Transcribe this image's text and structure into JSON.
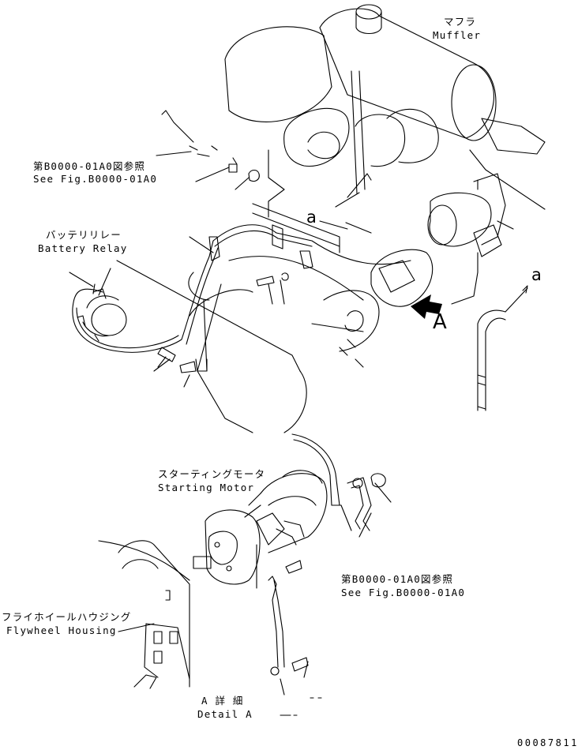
{
  "labels": {
    "muffler_jp": "マフラ",
    "muffler_en": "Muffler",
    "ref_top_jp": "第B0000-01A0図参照",
    "ref_top_en": "See Fig.B0000-01A0",
    "battery_relay_jp": "バッテリリレー",
    "battery_relay_en": "Battery Relay",
    "starting_motor_jp": "スターティングモータ",
    "starting_motor_en": "Starting Motor",
    "ref_bottom_jp": "第B0000-01A0図参照",
    "ref_bottom_en": "See Fig.B0000-01A0",
    "flywheel_jp": "フライホイールハウジング",
    "flywheel_en": "Flywheel Housing",
    "detail_jp": "A 詳 細",
    "detail_en": "Detail A",
    "marker_a_1": "a",
    "marker_a_2": "a",
    "marker_A": "A",
    "doc_number": "00087811"
  }
}
